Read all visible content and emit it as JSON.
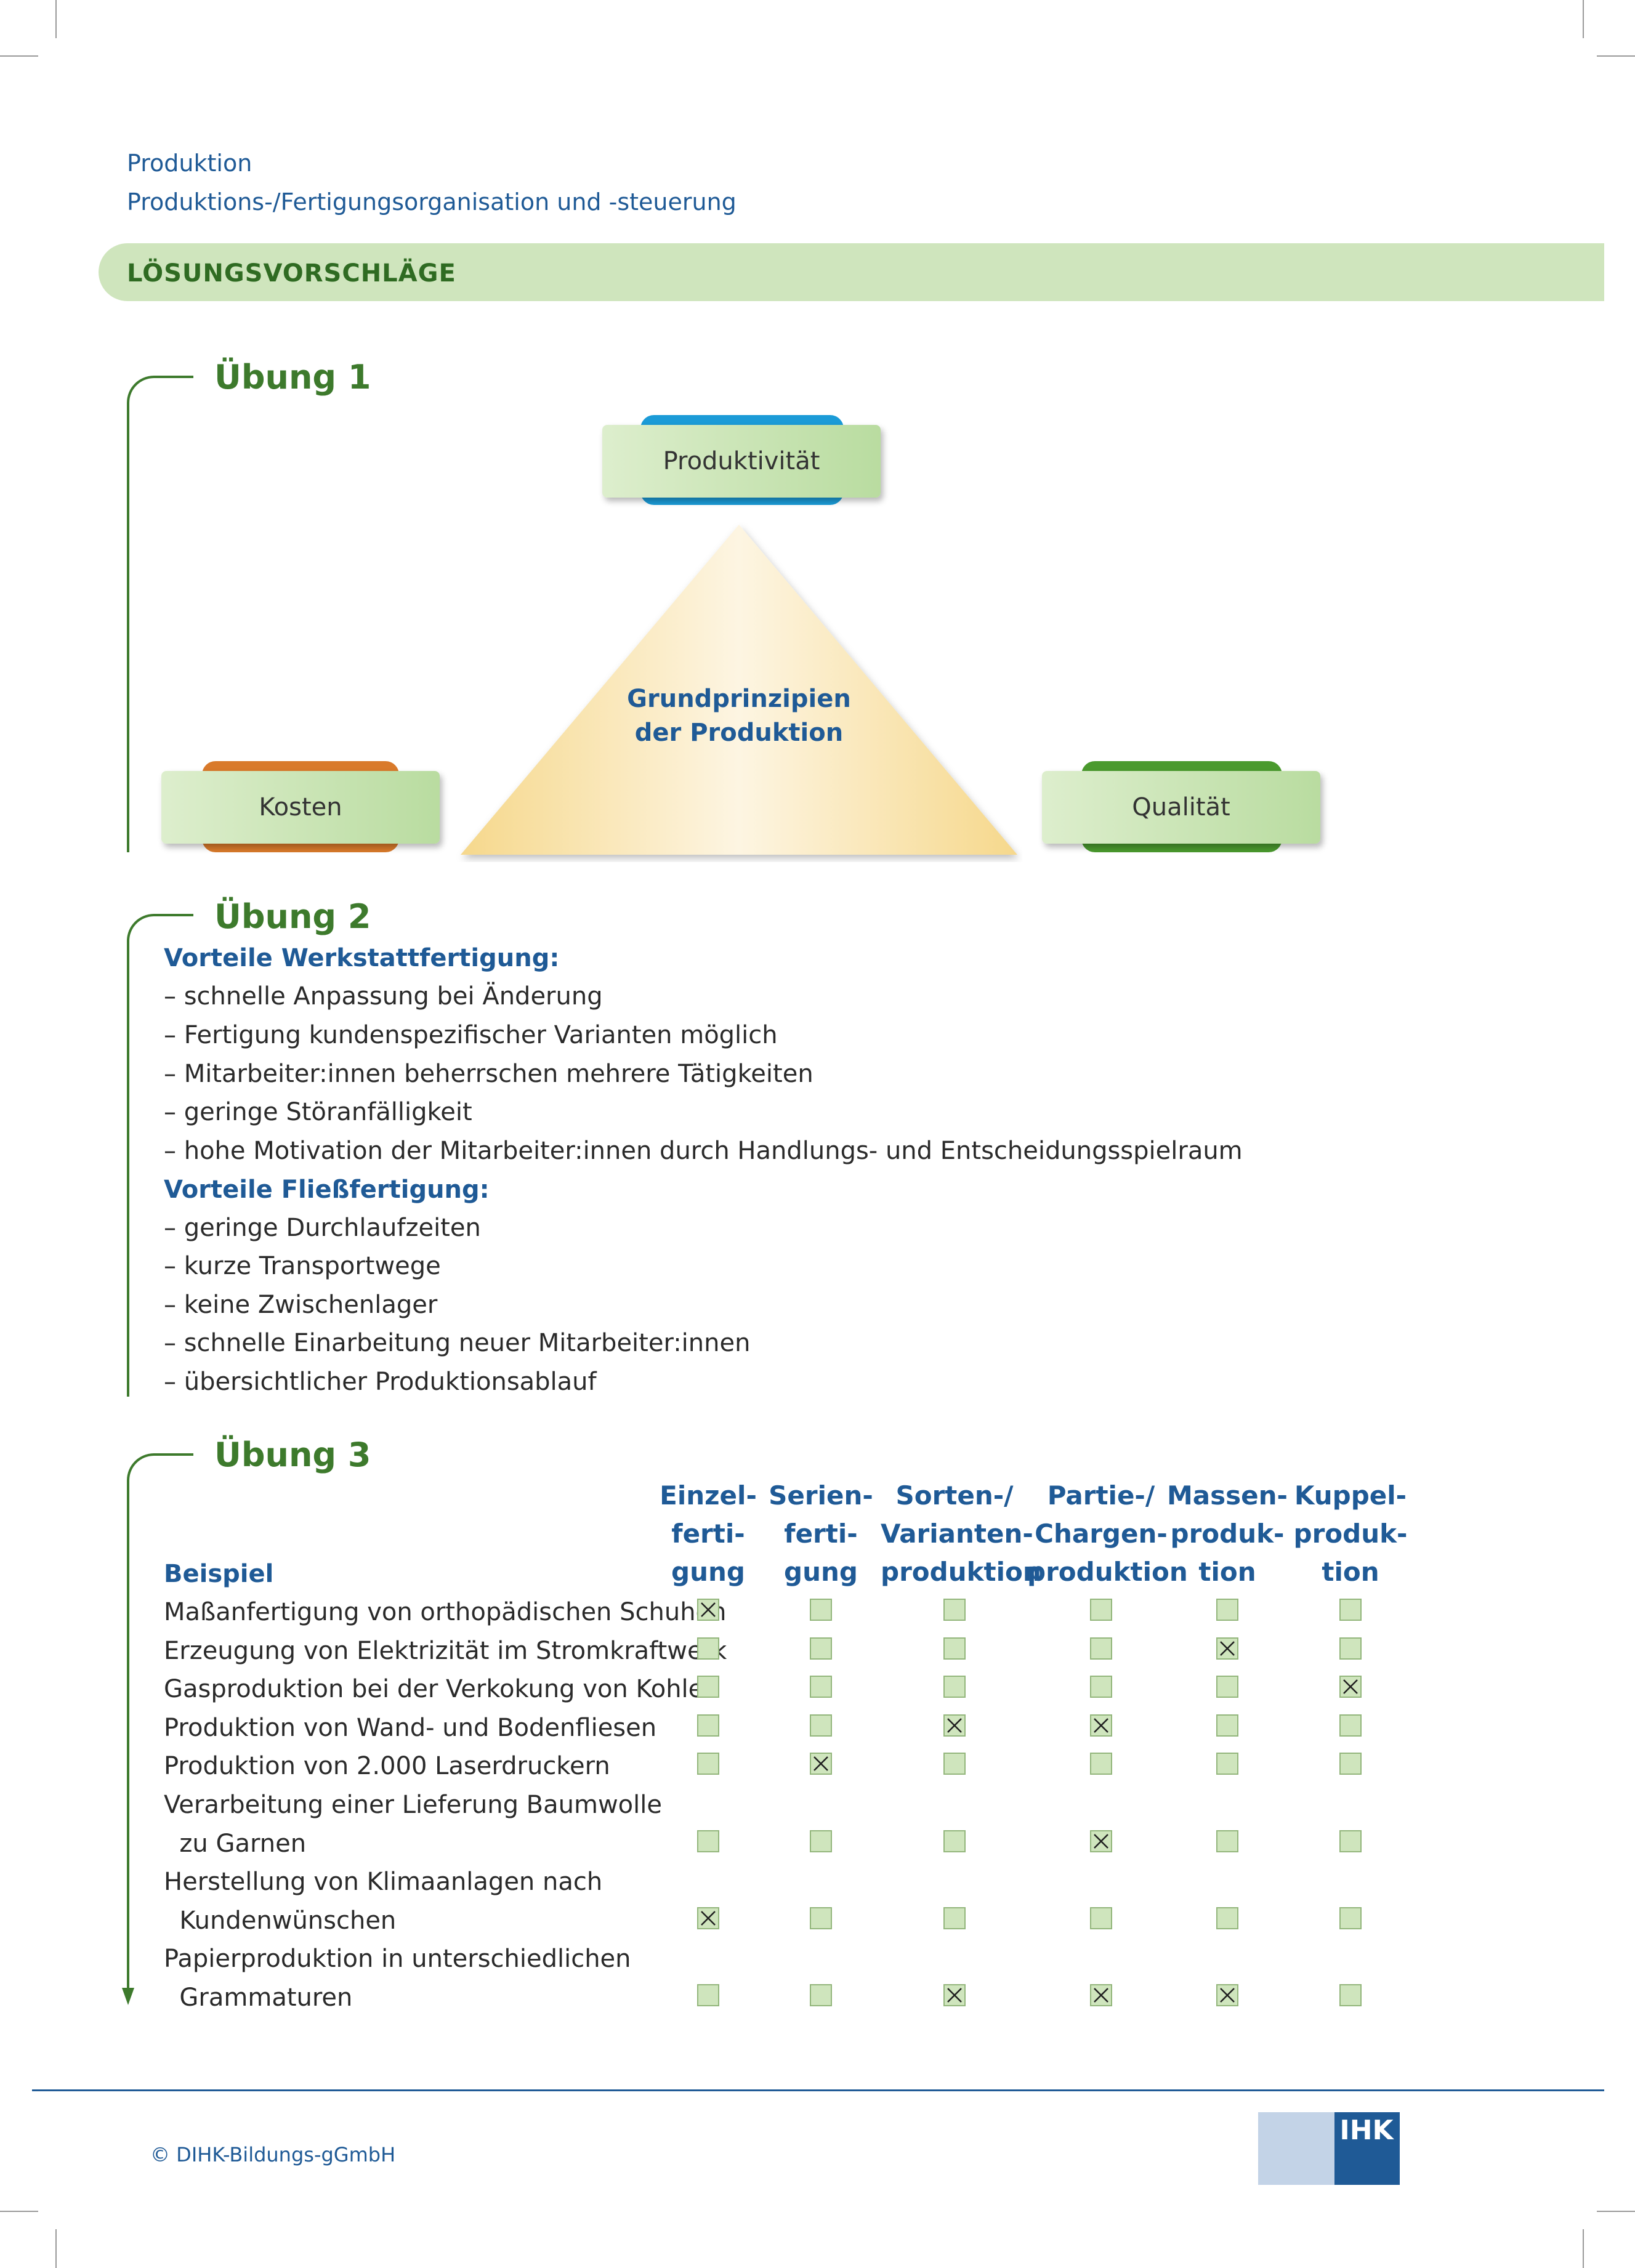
{
  "header": {
    "line1": "Produktion",
    "line2": "Produktions-/Fertigungsorganisation und -steuerung",
    "banner": "LÖSUNGSVORSCHLÄGE"
  },
  "exercise1": {
    "title": "Übung 1",
    "top_node": "Produktivität",
    "left_node": "Kosten",
    "right_node": "Qualität",
    "center_line1": "Grundprinzipien",
    "center_line2": "der Produktion",
    "colors": {
      "top_accent": "#1b9bd7",
      "left_accent": "#d97a2b",
      "right_accent": "#4a9a2e"
    }
  },
  "exercise2": {
    "title": "Übung 2",
    "sections": [
      {
        "heading": "Vorteile Werkstattfertigung:",
        "items": [
          "– schnelle Anpassung bei Änderung",
          "– Fertigung kundenspezifischer Varianten möglich",
          "– Mitarbeiter:innen beherrschen mehrere Tätigkeiten",
          "– geringe Störanfälligkeit",
          "– hohe Motivation der Mitarbeiter:innen durch Handlungs- und Entscheidungsspielraum"
        ]
      },
      {
        "heading": "Vorteile Fließfertigung:",
        "items": [
          "– geringe Durchlaufzeiten",
          "– kurze Transportwege",
          "– keine Zwischenlager",
          "– schnelle Einarbeitung neuer Mitarbeiter:innen",
          "– übersichtlicher Produktionsablauf"
        ]
      }
    ]
  },
  "exercise3": {
    "title": "Übung 3",
    "row_header": "Beispiel",
    "columns": [
      [
        "Einzel-",
        "ferti-",
        "gung"
      ],
      [
        "Serien-",
        "ferti-",
        "gung"
      ],
      [
        "Sorten-/",
        "Varianten-",
        "produktion"
      ],
      [
        "Partie-/",
        "Chargen-",
        "produktion"
      ],
      [
        "Massen-",
        "produk-",
        "tion"
      ],
      [
        "Kuppel-",
        "produk-",
        "tion"
      ]
    ],
    "rows": [
      {
        "label": [
          "Maßanfertigung von orthopädischen Schuhen"
        ],
        "checks": [
          true,
          false,
          false,
          false,
          false,
          false
        ]
      },
      {
        "label": [
          "Erzeugung von Elektrizität im Stromkraftwerk"
        ],
        "checks": [
          false,
          false,
          false,
          false,
          true,
          false
        ]
      },
      {
        "label": [
          "Gasproduktion bei der Verkokung von Kohle"
        ],
        "checks": [
          false,
          false,
          false,
          false,
          false,
          true
        ]
      },
      {
        "label": [
          "Produktion von Wand- und Bodenfliesen"
        ],
        "checks": [
          false,
          false,
          true,
          true,
          false,
          false
        ]
      },
      {
        "label": [
          "Produktion von 2.000 Laserdruckern"
        ],
        "checks": [
          false,
          true,
          false,
          false,
          false,
          false
        ]
      },
      {
        "label": [
          "Verarbeitung einer Lieferung Baumwolle",
          "  zu Garnen"
        ],
        "checks": [
          false,
          false,
          false,
          true,
          false,
          false
        ]
      },
      {
        "label": [
          "Herstellung von Klimaanlagen nach",
          "  Kundenwünschen"
        ],
        "checks": [
          true,
          false,
          false,
          false,
          false,
          false
        ]
      },
      {
        "label": [
          "Papierproduktion in unterschiedlichen",
          "  Grammaturen"
        ],
        "checks": [
          false,
          false,
          true,
          true,
          true,
          false
        ]
      }
    ]
  },
  "footer": {
    "copyright": "© DIHK-Bildungs-gGmbH",
    "logo_text": "IHK"
  }
}
